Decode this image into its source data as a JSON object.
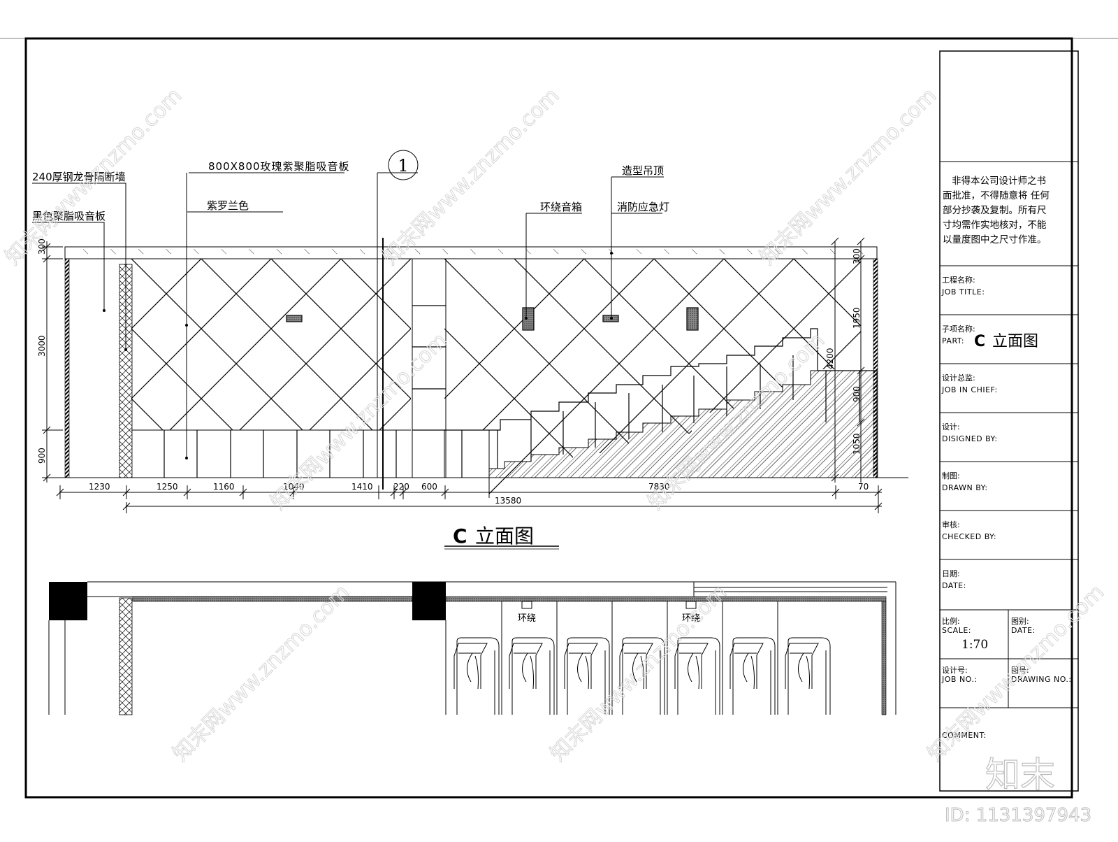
{
  "drawing": {
    "title": "C立面图",
    "title_prefix": "C",
    "title_suffix": "立面图",
    "section_marker": "1",
    "annotations": {
      "wall_partition": "240厚钢龙骨隔断墙",
      "black_panel": "黑色聚脂吸音板",
      "rose_panel": "800X800玫瑰紫聚脂吸音板",
      "violet_color": "紫罗兰色",
      "surround_speaker": "环绕音箱",
      "feature_ceiling": "造型吊顶",
      "emergency_light": "消防应急灯"
    },
    "left_dims": [
      "300",
      "3000",
      "900"
    ],
    "right_dims": [
      "300",
      "1950",
      "4200",
      "900",
      "1050"
    ],
    "bottom_dims": [
      "1230",
      "1250",
      "1160",
      "1040",
      "1410",
      "220",
      "600",
      "7830",
      "70"
    ],
    "overall_dim": "13580"
  },
  "plan": {
    "speaker_labels": [
      "环绕",
      "环绕"
    ],
    "seat_count": 7
  },
  "title_block": {
    "notice": [
      "非得本公司设计师之书",
      "面批准，不得随意将 任何",
      "部分抄袭及复制。所有尺",
      "寸均需作实地核对，不能",
      "以量度图中之尺寸作准。"
    ],
    "job_title_cn": "工程名称:",
    "job_title_en": "JOB  TITLE:",
    "part_cn": "子项名称:",
    "part_en": "PART:",
    "part_value_prefix": "C",
    "part_value_suffix": "立面图",
    "chief_cn": "设计总监:",
    "chief_en": "JOB  IN  CHIEF:",
    "designed_cn": "设计:",
    "designed_en": "DISIGNED  BY:",
    "drawn_cn": "制图:",
    "drawn_en": "DRAWN  BY:",
    "checked_cn": "审核:",
    "checked_en": "CHECKED  BY:",
    "date_cn": "日期:",
    "date_en": "DATE:",
    "scale_cn": "比例:",
    "scale_en": "SCALE:",
    "scale_value": "1:70",
    "category_cn": "图别:",
    "category_en": "DATE:",
    "jobno_cn": "设计号:",
    "jobno_en": "JOB  NO.:",
    "drawingno_cn": "图号:",
    "drawingno_en": "DRAWING  NO.:",
    "comment_en": "COMMENT:",
    "logo": "知末"
  },
  "watermark": {
    "text": "知末网www.znzmo.com",
    "id_label": "ID: 1131397943"
  },
  "colors": {
    "line": "#000000",
    "frame": "#000000",
    "watermark": "#d8d8d8",
    "background": "#ffffff"
  }
}
